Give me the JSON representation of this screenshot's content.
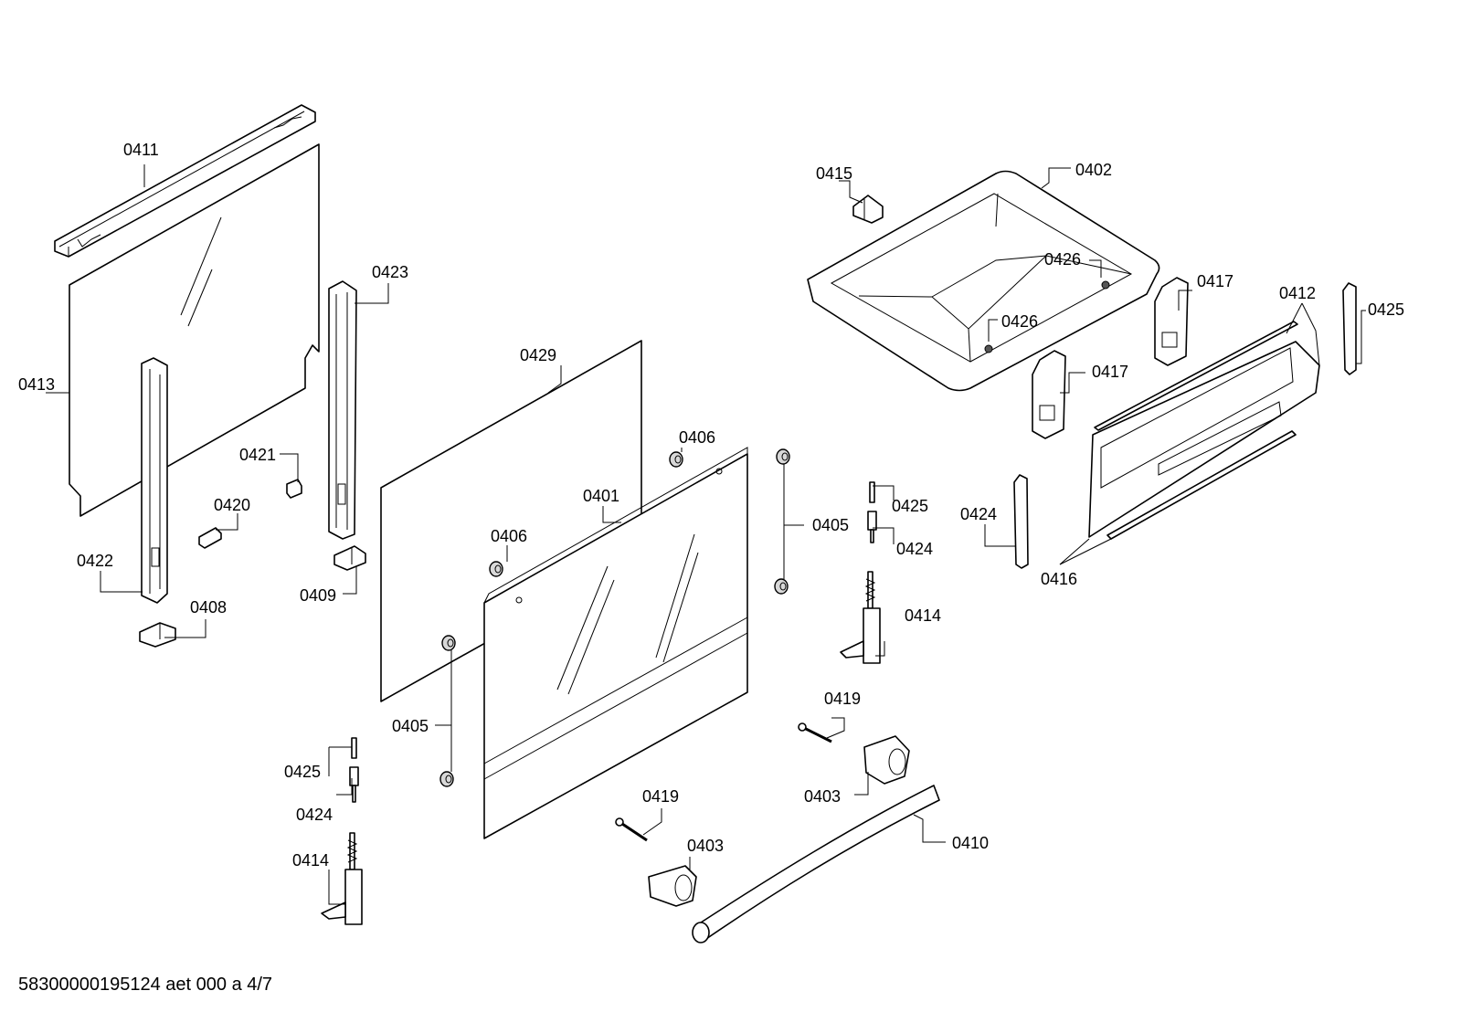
{
  "document_id": "58300000195124 aet 000 a 4/7",
  "callouts": [
    {
      "id": "0411",
      "label": "0411"
    },
    {
      "id": "0413",
      "label": "0413"
    },
    {
      "id": "0423",
      "label": "0423"
    },
    {
      "id": "0421",
      "label": "0421"
    },
    {
      "id": "0420",
      "label": "0420"
    },
    {
      "id": "0422",
      "label": "0422"
    },
    {
      "id": "0408",
      "label": "0408"
    },
    {
      "id": "0409",
      "label": "0409"
    },
    {
      "id": "0429",
      "label": "0429"
    },
    {
      "id": "0406a",
      "label": "0406"
    },
    {
      "id": "0406b",
      "label": "0406"
    },
    {
      "id": "0401",
      "label": "0401"
    },
    {
      "id": "0405a",
      "label": "0405"
    },
    {
      "id": "0405b",
      "label": "0405"
    },
    {
      "id": "0425a",
      "label": "0425"
    },
    {
      "id": "0424a",
      "label": "0424"
    },
    {
      "id": "0414a",
      "label": "0414"
    },
    {
      "id": "0419a",
      "label": "0419"
    },
    {
      "id": "0403a",
      "label": "0403"
    },
    {
      "id": "0410",
      "label": "0410"
    },
    {
      "id": "0403b",
      "label": "0403"
    },
    {
      "id": "0419b",
      "label": "0419"
    },
    {
      "id": "0414b",
      "label": "0414"
    },
    {
      "id": "0425b",
      "label": "0425"
    },
    {
      "id": "0424b",
      "label": "0424"
    },
    {
      "id": "0415",
      "label": "0415"
    },
    {
      "id": "0402",
      "label": "0402"
    },
    {
      "id": "0426a",
      "label": "0426"
    },
    {
      "id": "0426b",
      "label": "0426"
    },
    {
      "id": "0417a",
      "label": "0417"
    },
    {
      "id": "0417b",
      "label": "0417"
    },
    {
      "id": "0412",
      "label": "0412"
    },
    {
      "id": "0425c",
      "label": "0425"
    },
    {
      "id": "0424c",
      "label": "0424"
    },
    {
      "id": "0416",
      "label": "0416"
    }
  ]
}
